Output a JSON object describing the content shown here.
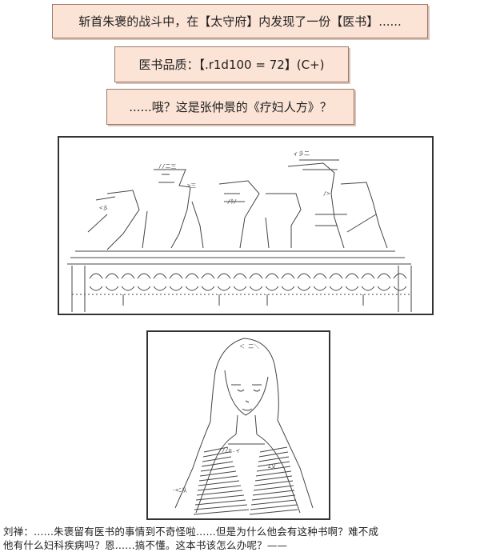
{
  "captions": {
    "line1": "斩首朱褒的战斗中，在【太守府】内发现了一份【医书】......",
    "line2": "医书品质：【.r1d100 = 72】(C+)",
    "line3": "......哦？这是张仲景的《疗妇人方》？"
  },
  "dialogue": {
    "line1": "刘禅：......朱褒留有医书的事情到不奇怪啦......但是为什么他会有这种书啊？难不成",
    "line2": "他有什么妇科疾病吗？恩......搞不懂。这本书该怎么办呢？——"
  }
}
